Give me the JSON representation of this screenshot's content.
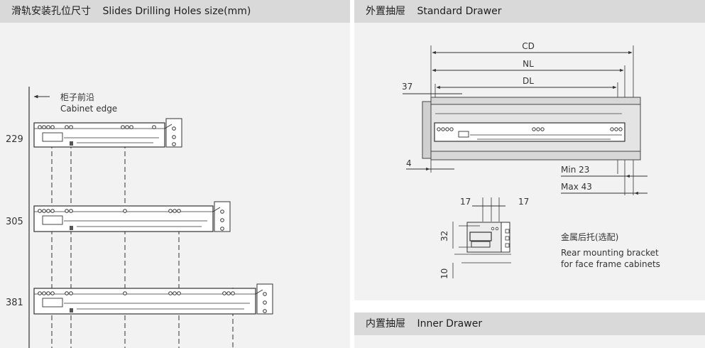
{
  "left": {
    "title_cn": "滑轨安装孔位尺寸",
    "title_en": "Slides Drilling Holes size(mm)",
    "edge_label_cn": "柜子前沿",
    "edge_label_en": "Cabinet edge",
    "rows": [
      "229",
      "305",
      "381"
    ]
  },
  "standard": {
    "title_cn": "外置抽屉",
    "title_en": "Standard Drawer",
    "dims": {
      "cd": "CD",
      "nl": "NL",
      "dl": "DL",
      "d37": "37",
      "d4": "4",
      "min": "Min 23",
      "max": "Max 43",
      "d17a": "17",
      "d17b": "17",
      "d32": "32",
      "d10": "10"
    },
    "bracket_cn": "金属后托(选配)",
    "bracket_en_1": "Rear mounting bracket",
    "bracket_en_2": "for face frame cabinets"
  },
  "inner": {
    "title_cn": "内置抽屉",
    "title_en": "Inner Drawer"
  }
}
